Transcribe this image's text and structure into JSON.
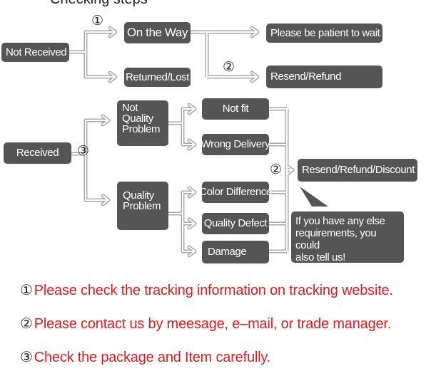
{
  "header_fragment": "Checking steps",
  "nodes": {
    "not_received": "Not Received",
    "on_the_way": "On the Way",
    "returned_lost": "Returned/Lost",
    "patient": "Please be patient to wait",
    "resend_refund": "Resend/Refund",
    "received": "Received",
    "not_quality_problem": "Not\nQuality\nProblem",
    "not_fit": "Not fit",
    "wrong_delivery": "Wrong Delivery",
    "quality_problem": "Quality\nProblem",
    "color_difference": "Color Difference",
    "quality_defect": "Quality Defect",
    "damage": "Damage",
    "resend_refund_discount": "Resend/Refund/Discount",
    "else_requirements": "If you have any else\nrequirements, you could\nalso tell us!"
  },
  "step_marks": {
    "m1": "①",
    "m2": "②",
    "m3": "③",
    "m2b": "②"
  },
  "notes": [
    {
      "mark": "①",
      "text": "Please check the tracking information on tracking website."
    },
    {
      "mark": "②",
      "text": "Please contact us by meesage, e–mail, or trade manager."
    },
    {
      "mark": "③",
      "text": "Check the package and Item carefully."
    }
  ],
  "colors": {
    "box": "#555555",
    "box_text": "#ffffff",
    "connector": "#a8a8a8",
    "note_text": "#e11b1b"
  }
}
